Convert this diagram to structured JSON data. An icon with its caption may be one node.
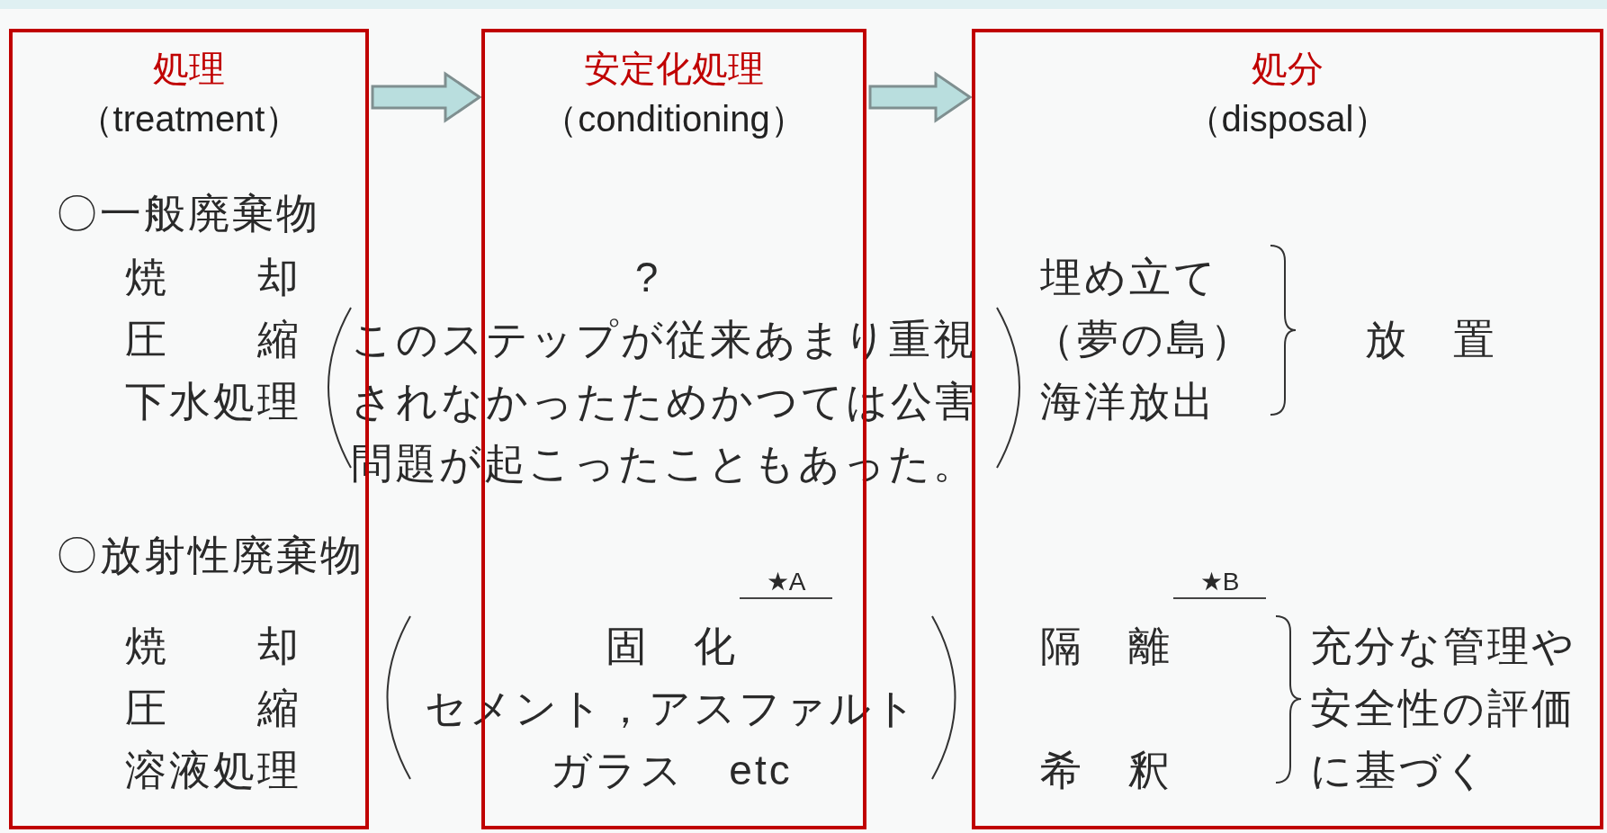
{
  "diagram": {
    "nodes": [
      {
        "text": [
          "処理",
          "（treatment）"
        ]
      },
      {
        "text": [
          "安定化処理",
          "（conditioning）"
        ]
      },
      {
        "text": [
          "処分",
          "（disposal）"
        ]
      }
    ],
    "edges": [
      {
        "from": 0,
        "to": 1,
        "arrow": "to"
      },
      {
        "from": 1,
        "to": 2,
        "arrow": "to"
      }
    ],
    "labels": [
      "〇一般廃棄物",
      "焼　　却",
      "?",
      "埋め立て",
      "圧　　縮",
      "このステップが従来あまり重視されなかったためかつては公害問題が起こったこともあった。",
      "（夢の島）",
      "放　置",
      "下水処理",
      "海洋放出",
      "〇放射性廃棄物",
      "★A",
      "★B",
      "焼　　却",
      "固　化",
      "隔　離",
      "充分な管理や安全性の評価に基づく",
      "圧　　縮",
      "セメント，アスファルト",
      "溶液処理",
      "ガラス　etc",
      "希　釈"
    ]
  }
}
